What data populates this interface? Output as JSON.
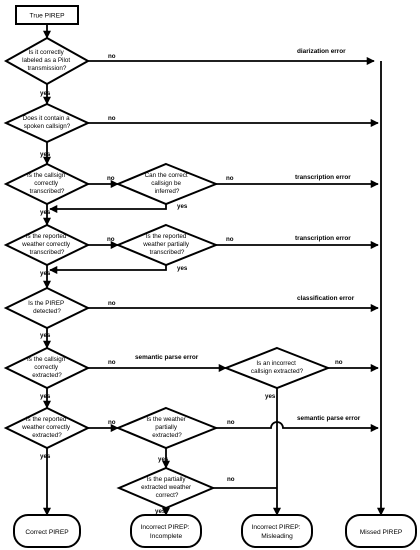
{
  "colors": {
    "diarization": "#e67e22",
    "transcription": "#e02020",
    "classification": "#2f6bd6",
    "semantic": "#4c9a2a"
  },
  "start": "True PIREP",
  "decisions": {
    "d1": [
      "Is it correctly",
      "labeled as a Pilot",
      "transmission?"
    ],
    "d2": [
      "Does it contain a",
      "spoken callsign?"
    ],
    "d3": [
      "Is the callsign",
      "correctly",
      "transcribed?"
    ],
    "d3b": [
      "Can the correct",
      "callsign be",
      "inferred?"
    ],
    "d4": [
      "Is the reported",
      "weather correctly",
      "transcribed?"
    ],
    "d4b": [
      "Is the reported",
      "weather partially",
      "transcribed?"
    ],
    "d5": [
      "Is the PIREP",
      "detected?"
    ],
    "d6": [
      "Is the callsign",
      "correctly",
      "extracted?"
    ],
    "d6b": [
      "Is an incorrect",
      "callsign extracted?"
    ],
    "d7": [
      "Is the reported",
      "weather correctly",
      "extracted?"
    ],
    "d7b": [
      "Is the weather",
      "partially",
      "extracted?"
    ],
    "d8": [
      "Is the partially",
      "extracted weather",
      "correct?"
    ]
  },
  "labels": {
    "yes": "yes",
    "no": "no"
  },
  "errors": {
    "diarization": "diarization error",
    "transcription": "transcription error",
    "classification": "classification error",
    "semantic": "semantic parse error"
  },
  "outcomes": {
    "correct": [
      "Correct PIREP"
    ],
    "incomplete": [
      "Incorrect PIREP:",
      "Incomplete"
    ],
    "misleading": [
      "Incorrect PIREP:",
      "Misleading"
    ],
    "missed": [
      "Missed PIREP"
    ]
  }
}
